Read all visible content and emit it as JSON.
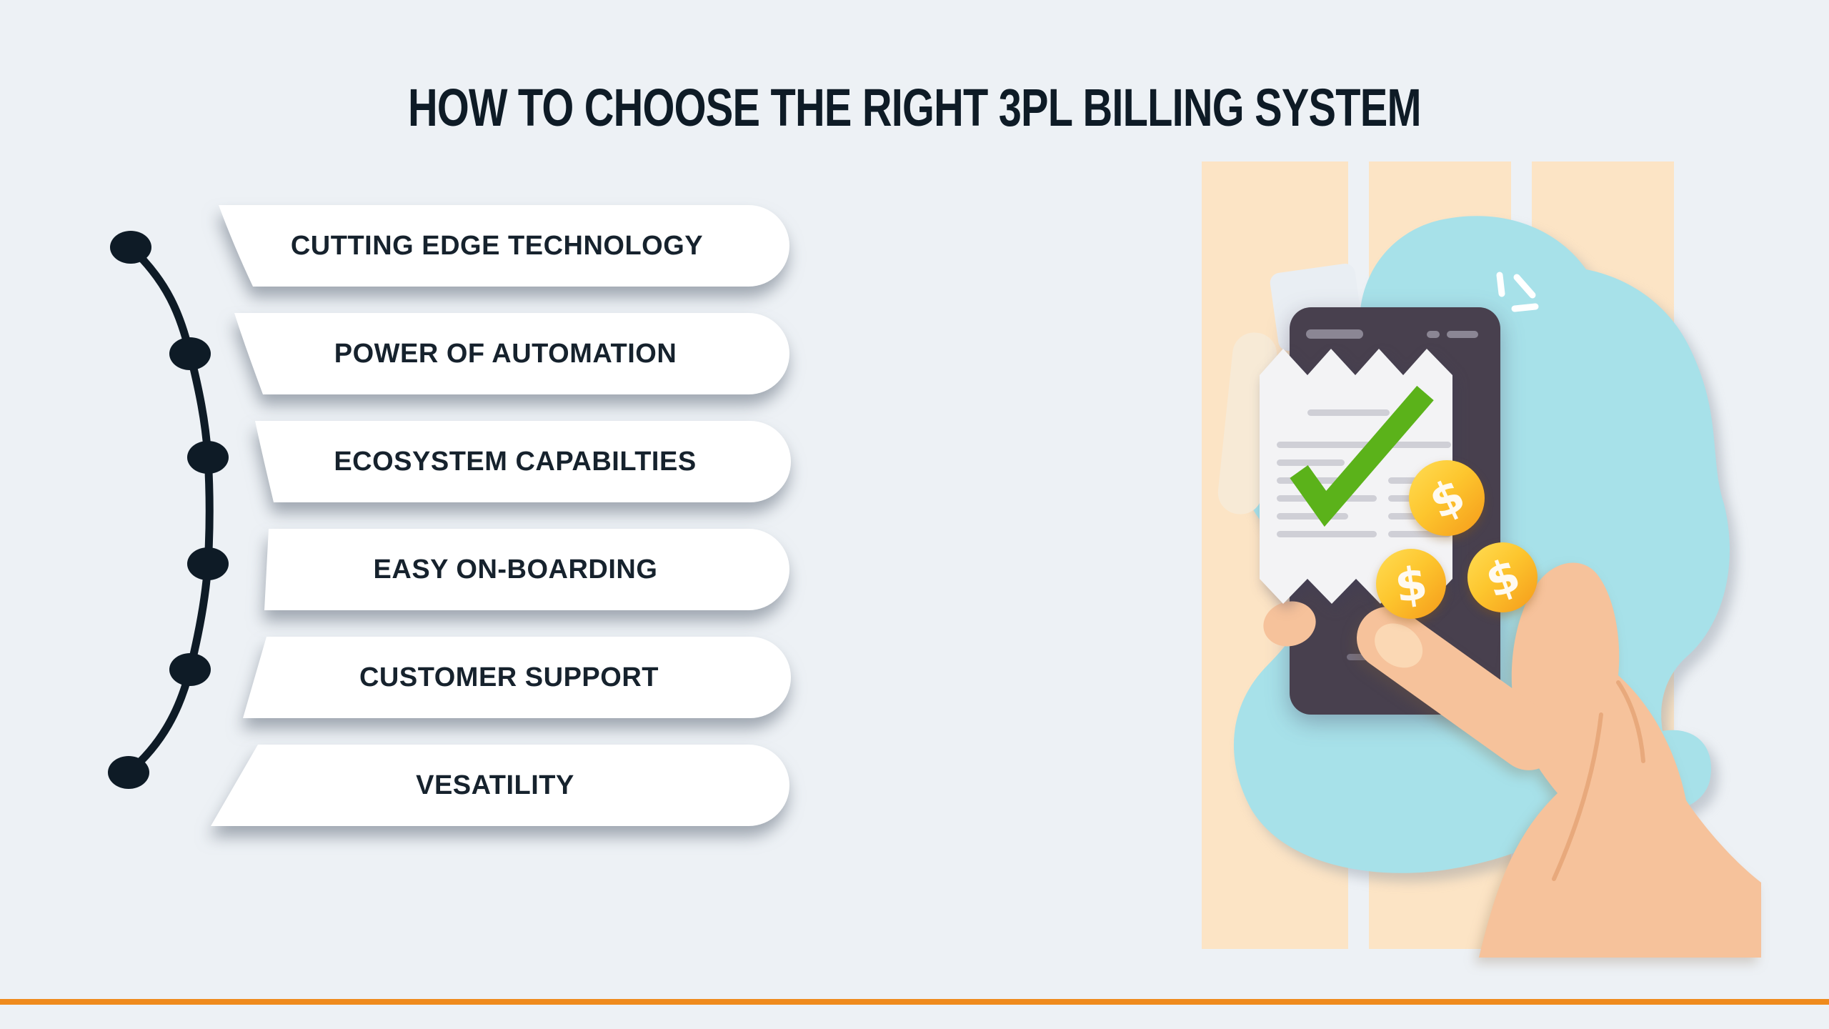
{
  "title": "HOW TO CHOOSE THE RIGHT 3PL BILLING SYSTEM",
  "features": {
    "items": [
      {
        "label": "CUTTING EDGE TECHNOLOGY"
      },
      {
        "label": "POWER OF AUTOMATION"
      },
      {
        "label": "ECOSYSTEM CAPABILTIES"
      },
      {
        "label": "EASY ON-BOARDING"
      },
      {
        "label": "CUSTOMER SUPPORT"
      },
      {
        "label": "VESATILITY"
      }
    ]
  },
  "illustration": {
    "description": "Hand holding a smartphone showing a billing receipt with a green approval checkmark and gold dollar coins",
    "coin_symbol": "$"
  },
  "colors": {
    "background": "#edf1f5",
    "ink": "#0e1b26",
    "pill_bg": "#ffffff",
    "pill_text": "#16222d",
    "timeline": "#0e1b26",
    "stripe": "#fce4c5",
    "blob": "#a7e1e9",
    "phone": "#48404e",
    "phone_detail": "#8b8694",
    "receipt": "#f3f3f5",
    "receipt_line": "#cfcfd6",
    "check": "#5bb21a",
    "coin_light": "#ffdd55",
    "coin_dark": "#f59a1a",
    "coin_symbol_color": "#fffaf0",
    "skin": "#f6c29b",
    "skin_shadow": "#e8a97c",
    "nail": "#fbd8b4",
    "paper_behind": "#f7ead6",
    "divider": "#ef8b1d",
    "spark": "#ffffff"
  }
}
